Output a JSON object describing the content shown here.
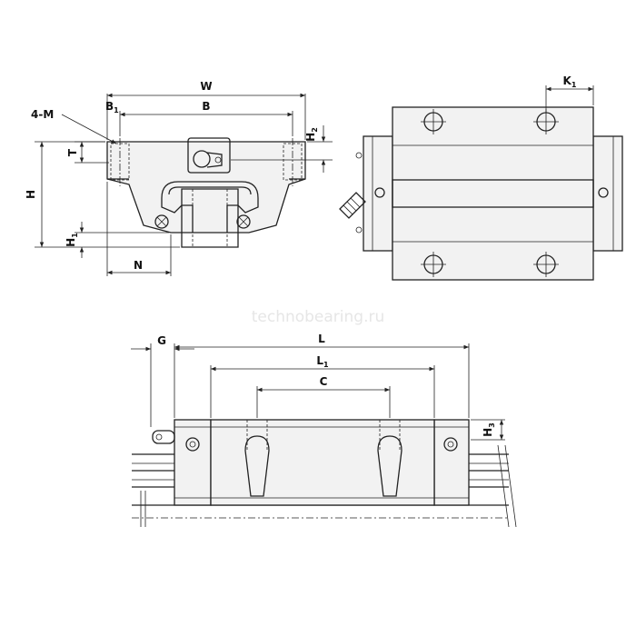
{
  "watermark": "technobearing.ru",
  "front_view": {
    "W": "W",
    "B": "B",
    "B1": "B",
    "B1_sub": "1",
    "M": "4-M",
    "T": "T",
    "H": "H",
    "H1": "H",
    "H1_sub": "1",
    "H2": "H",
    "H2_sub": "2",
    "N": "N"
  },
  "top_view": {
    "K1": "K",
    "K1_sub": "1"
  },
  "side_view": {
    "G": "G",
    "L": "L",
    "L1": "L",
    "L1_sub": "1",
    "C": "C",
    "H3": "H",
    "H3_sub": "3"
  }
}
